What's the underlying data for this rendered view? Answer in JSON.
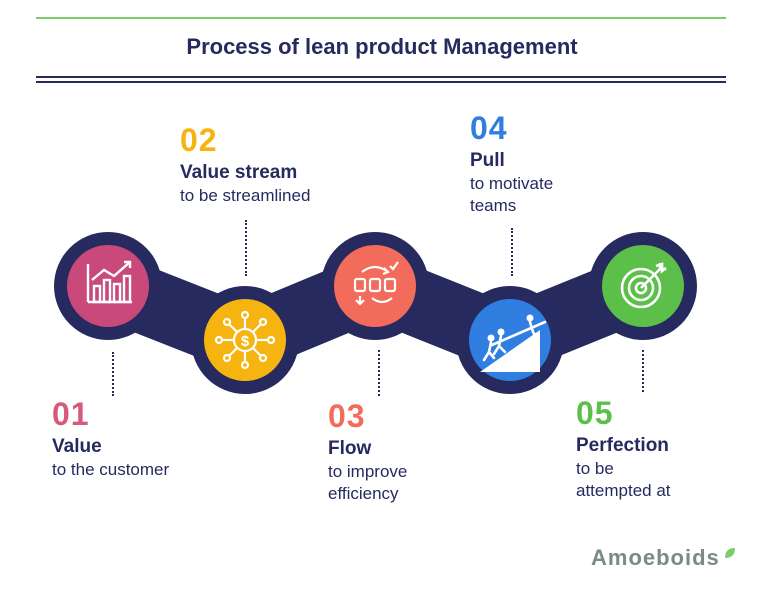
{
  "title": "Process of lean product Management",
  "steps": [
    {
      "num": "01",
      "title": "Value",
      "desc": "to the customer",
      "icon": "growth-chart-icon",
      "color": "#c8497a",
      "num_color": "#d85a7a"
    },
    {
      "num": "02",
      "title": "Value stream",
      "desc": "to be streamlined",
      "icon": "dollar-network-icon",
      "color": "#f5b40f",
      "num_color": "#f5b40f"
    },
    {
      "num": "03",
      "title": "Flow",
      "desc": "to improve efficiency",
      "desc_lines": [
        "to improve",
        "efficiency"
      ],
      "icon": "workflow-icon",
      "color": "#f26b5b",
      "num_color": "#f26b5b"
    },
    {
      "num": "04",
      "title": "Pull",
      "desc": "to motivate teams",
      "desc_lines": [
        "to motivate",
        "teams"
      ],
      "icon": "team-pulling-icon",
      "color": "#2f7ee0",
      "num_color": "#2f7ee0"
    },
    {
      "num": "05",
      "title": "Perfection",
      "desc": "to be attempted at",
      "desc_lines": [
        "to be",
        "attempted at"
      ],
      "icon": "target-icon",
      "color": "#5cbf4a",
      "num_color": "#5cbf4a"
    }
  ],
  "brand": "Amoeboids",
  "colors": {
    "navy": "#262a5e",
    "accent_green": "#7ccd6a"
  }
}
